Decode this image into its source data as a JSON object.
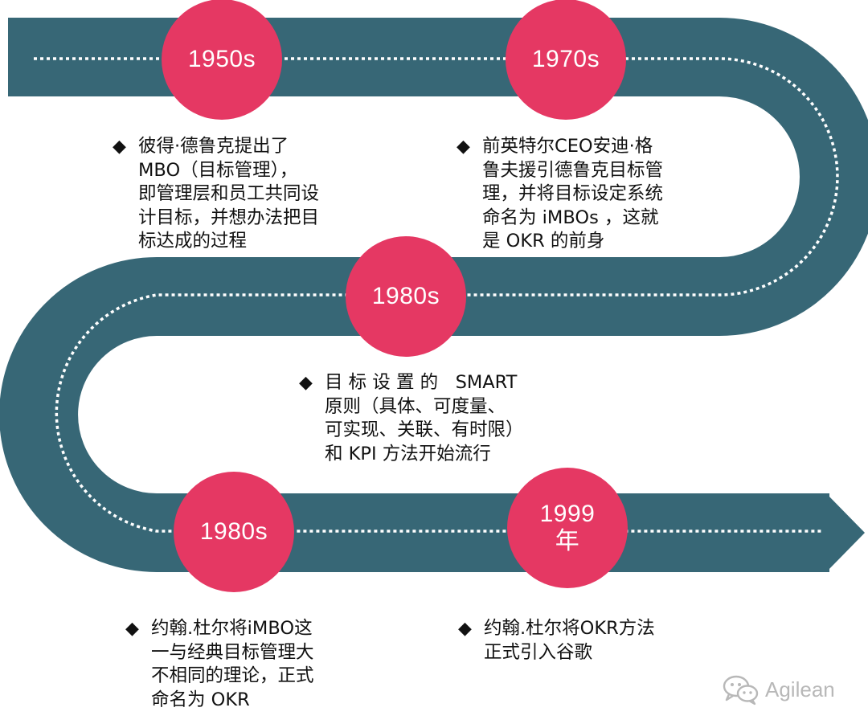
{
  "colors": {
    "road": "#376776",
    "dash": "#ffffff",
    "node": "#e53863",
    "text": "#111111",
    "watermark": "#b8b8b8"
  },
  "milestones": [
    {
      "label": "1950s",
      "bullet": "◆",
      "lines": [
        "彼得·德鲁克提出了",
        "MBO（目标管理），",
        "即管理层和员工共同设",
        "计目标，并想办法把目",
        "标达成的过程"
      ]
    },
    {
      "label": "1970s",
      "bullet": "◆",
      "lines": [
        "前英特尔CEO安迪·格",
        "鲁夫援引德鲁克目标管",
        "理，并将目标设定系统",
        "命名为 iMBOs ，这就",
        "是 OKR 的前身"
      ]
    },
    {
      "label": "1980s",
      "bullet": "◆",
      "lines": [
        "目 标 设 置 的   SMART",
        "原则（具体、可度量、",
        "可实现、关联、有时限）",
        "和 KPI 方法开始流行"
      ]
    },
    {
      "label": "1980s",
      "bullet": "◆",
      "lines": [
        "约翰.杜尔将iMBO这",
        "一与经典目标管理大",
        "不相同的理论，正式",
        "命名为 OKR"
      ]
    },
    {
      "label": "1999\n年",
      "bullet": "◆",
      "lines": [
        "约翰.杜尔将OKR方法",
        "正式引入谷歌"
      ]
    }
  ],
  "watermark": {
    "text": "Agilean",
    "icon": "wechat-icon"
  }
}
